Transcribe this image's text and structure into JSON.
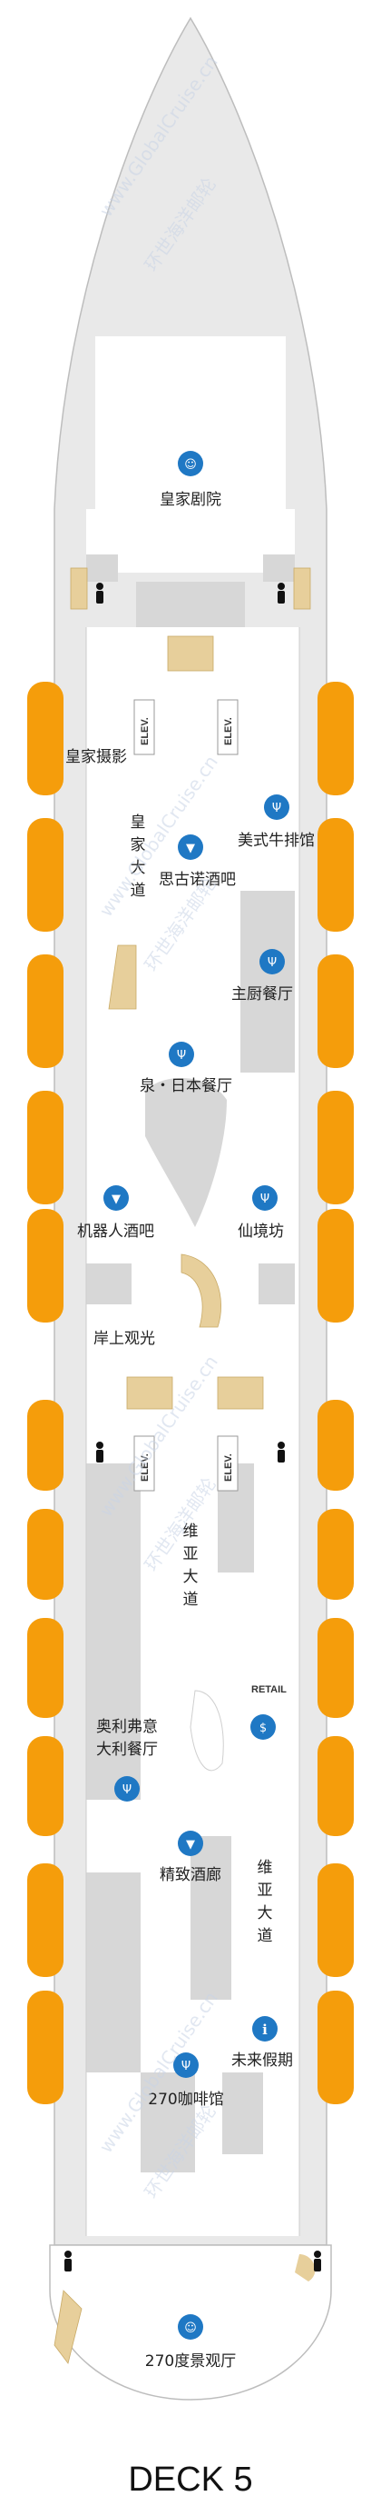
{
  "deck": {
    "title": "DECK 5"
  },
  "watermark": {
    "latin": "www.GlobalCruise.cn",
    "chinese": "环世海洋邮轮"
  },
  "venues": {
    "royal_theater": "皇家剧院",
    "royal_photo": "皇家摄影",
    "steakhouse": "美式牛排馆",
    "royal_promenade": [
      "皇",
      "家",
      "大",
      "道"
    ],
    "scotch_bar": "思古诺酒吧",
    "chefs_table": "主厨餐厅",
    "izumi": "泉・日本餐厅",
    "bionic_bar": "机器人酒吧",
    "wonderland": "仙境坊",
    "shore_excursions": "岸上观光",
    "via_promenade_1": [
      "维",
      "亚",
      "大",
      "道"
    ],
    "jamies_italian": [
      "奥利弗意",
      "大利餐厅"
    ],
    "retail": "RETAIL",
    "vintages": "精致酒廊",
    "via_promenade_2": [
      "维",
      "亚",
      "大",
      "道"
    ],
    "future_cruise": "未来假期",
    "cafe_270": "270咖啡馆",
    "music_hall_270": "270度景观厅"
  },
  "elevator_label": "ELEV.",
  "icons": {
    "theater": "theater-masks-icon",
    "bar": "cocktail-glass-icon",
    "dining": "fork-knife-icon",
    "info": "info-icon",
    "shop": "shopping-bag-icon",
    "restroom": "person-icon"
  },
  "colors": {
    "accent": "#1f78c4",
    "lifeboat": "#f59d0b",
    "fill_gray": "#dcdcdc",
    "hull": "#e6e6e6",
    "stair": "#e7cf9b"
  }
}
